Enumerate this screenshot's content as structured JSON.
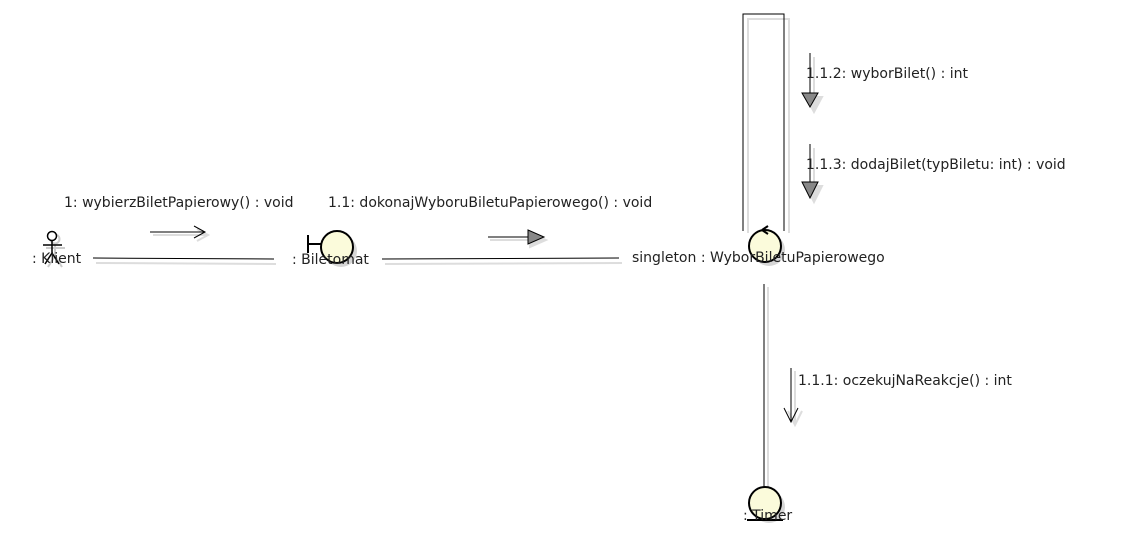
{
  "participants": {
    "klient": ": Klient",
    "biletomat": ": Biletomat",
    "wybor": "singleton : WyborBiletuPapierowego",
    "timer": ": Timer"
  },
  "messages": {
    "m1": "1: wybierzBiletPapierowy() : void",
    "m1_1": "1.1: dokonajWyboruBiletuPapierowego() : void",
    "m1_1_1": "1.1.1: oczekujNaReakcje() : int",
    "m1_1_2": "1.1.2: wyborBilet() : int",
    "m1_1_3": "1.1.3: dodajBilet(typBiletu: int) : void"
  },
  "colors": {
    "object_fill": "#fbfbdb",
    "arrow_fill": "#888888",
    "line": "#000000",
    "shadow": "#d6d6d6"
  }
}
